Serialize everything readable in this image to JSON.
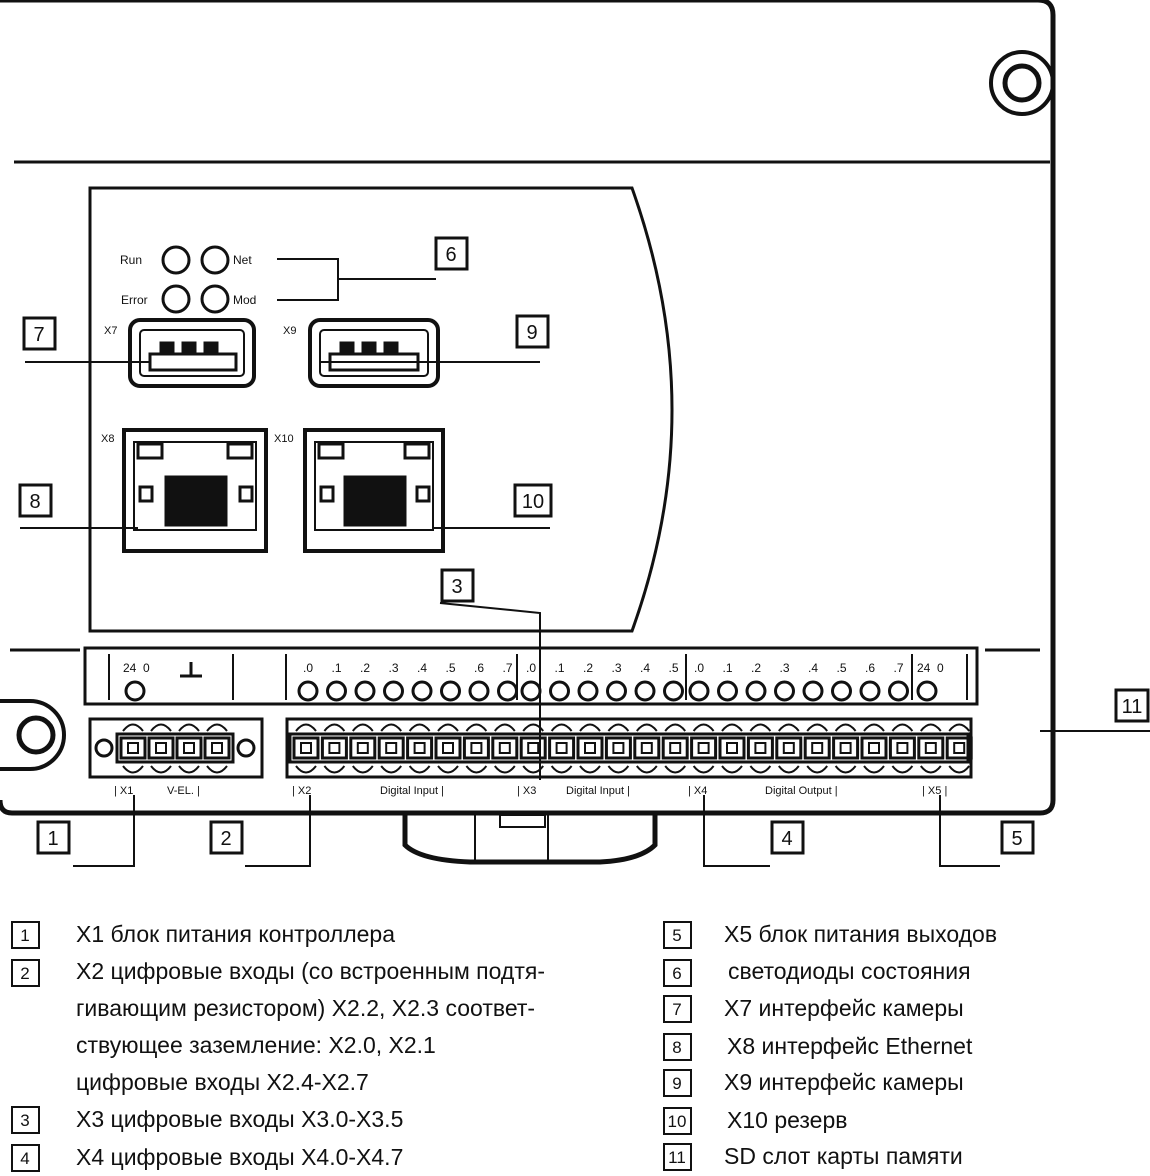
{
  "leds": {
    "run": "Run",
    "net": "Net",
    "error": "Error",
    "mod": "Mod"
  },
  "ports": {
    "x7": "X7",
    "x9": "X9",
    "x8": "X8",
    "x10": "X10"
  },
  "terminals": {
    "x1_label": "X1",
    "x1_power": "24",
    "x1_zero": "0",
    "x1_sub": "V-EL.",
    "x2_label": "X2",
    "x2_pins": [
      ".0",
      ".1",
      ".2",
      ".3",
      ".4",
      ".5",
      ".6",
      ".7"
    ],
    "x2_sub": "Digital Input",
    "x3_label": "X3",
    "x3_pins": [
      ".0",
      ".1",
      ".2",
      ".3",
      ".4",
      ".5"
    ],
    "x3_sub": "Digital Input",
    "x4_label": "X4",
    "x4_pins": [
      ".0",
      ".1",
      ".2",
      ".3",
      ".4",
      ".5",
      ".6",
      ".7"
    ],
    "x4_sub": "Digital Output",
    "x5_label": "X5",
    "x5_power": "24",
    "x5_zero": "0"
  },
  "callouts": [
    "1",
    "2",
    "3",
    "4",
    "5",
    "6",
    "7",
    "8",
    "9",
    "10",
    "11"
  ],
  "legend": {
    "left": [
      {
        "num": "1",
        "lines": [
          "X1 блок питания контроллера"
        ]
      },
      {
        "num": "2",
        "lines": [
          "X2 цифровые входы (со встроенным подтя-",
          "гивающим резистором) X2.2, X2.3 соответ-",
          "ствующее заземление: X2.0, X2.1",
          "цифровые входы X2.4-X2.7"
        ]
      },
      {
        "num": "3",
        "lines": [
          "X3 цифровые входы X3.0-X3.5"
        ]
      },
      {
        "num": "4",
        "lines": [
          "X4 цифровые входы X4.0-X4.7"
        ]
      }
    ],
    "right": [
      {
        "num": "5",
        "lines": [
          "X5 блок питания выходов"
        ]
      },
      {
        "num": "6",
        "lines": [
          "светодиоды состояния"
        ]
      },
      {
        "num": "7",
        "lines": [
          "X7 интерфейс камеры"
        ]
      },
      {
        "num": "8",
        "lines": [
          "X8 интерфейс Ethernet"
        ]
      },
      {
        "num": "9",
        "lines": [
          "X9 интерфейс камеры"
        ]
      },
      {
        "num": "10",
        "lines": [
          "X10 резерв"
        ]
      },
      {
        "num": "11",
        "lines": [
          "SD слот карты памяти"
        ]
      }
    ]
  }
}
